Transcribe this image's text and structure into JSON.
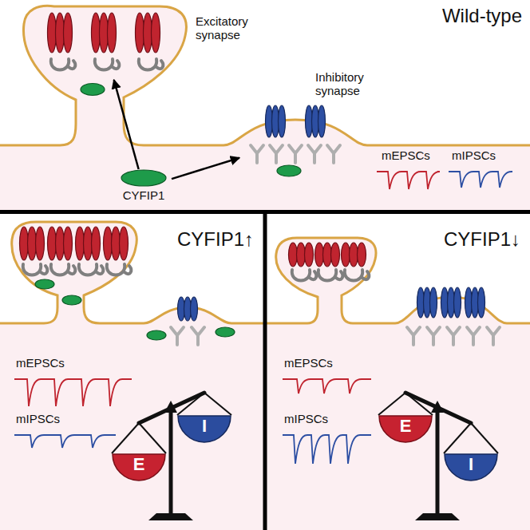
{
  "diagram": {
    "nodes": [
      {
        "text": [
          "Wild-type"
        ]
      },
      {
        "text": [
          "Excitatory synapse"
        ],
        "in": 0
      },
      {
        "text": [
          "Inhibitory synapse"
        ],
        "in": 0
      },
      {
        "text": [
          "CYFIP1"
        ],
        "in": 0
      },
      {
        "text": [
          "CYFIP1↑"
        ]
      },
      {
        "text": [
          "E"
        ],
        "in": 4
      },
      {
        "text": [
          "I"
        ],
        "in": 4
      },
      {
        "text": [
          "CYFIP1↓"
        ]
      },
      {
        "text": [
          "E"
        ],
        "in": 7
      },
      {
        "text": [
          "I"
        ],
        "in": 7
      }
    ],
    "edges": [
      {
        "from": 3,
        "to": 1,
        "arrow": "to"
      },
      {
        "from": 3,
        "to": 2,
        "arrow": "to"
      }
    ],
    "labels": [
      "mEPSCs",
      "mIPSCs",
      "mEPSCs",
      "mIPSCs",
      "mEPSCs",
      "mIPSCs"
    ]
  }
}
